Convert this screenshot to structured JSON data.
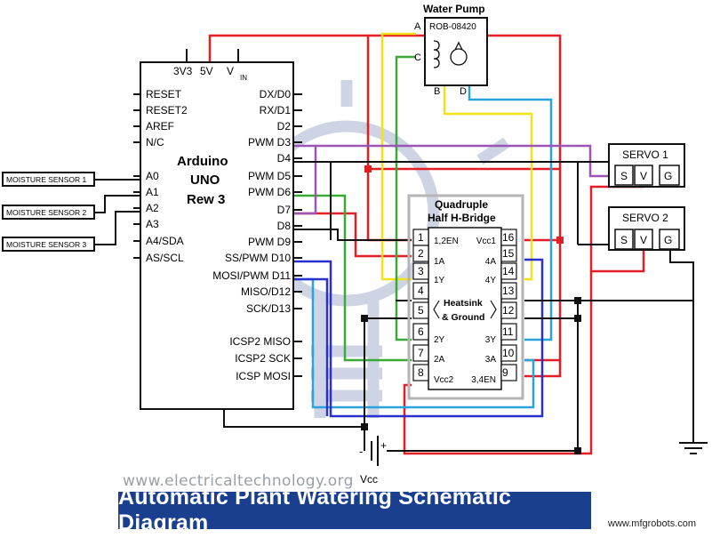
{
  "pump": {
    "title": "Water Pump",
    "part": "ROB-08420",
    "pin_a": "A",
    "pin_b": "B",
    "pin_c": "C",
    "pin_d": "D"
  },
  "arduino": {
    "name_1": "Arduino",
    "name_2": "UNO",
    "name_3": "Rew 3",
    "top_pins": [
      "3V3",
      "5V",
      "V"
    ],
    "vin_sub": "IN",
    "left_pins": [
      "RESET",
      "RESET2",
      "AREF",
      "N/C",
      "A0",
      "A1",
      "A2",
      "A3",
      "A4/SDA",
      "AS/SCL"
    ],
    "right_pins": [
      "DX/D0",
      "RX/D1",
      "D2",
      "PWM D3",
      "D4",
      "PWM D5",
      "PWM D6",
      "D7",
      "D8",
      "PWM D9",
      "SS/PWM D10",
      "MOSI/PWM D11",
      "MISO/D12",
      "SCK/D13",
      "ICSP2 MISO",
      "ICSP2 SCK",
      "ICSP MOSI"
    ]
  },
  "sensors": [
    "MOISTURE SENSOR 1",
    "MOISTURE SENSOR 2",
    "MOISTURE SENSOR 3"
  ],
  "bridge": {
    "title_1": "Quadruple",
    "title_2": "Half H-Bridge",
    "left_nums": [
      "1",
      "2",
      "3",
      "4",
      "5",
      "6",
      "7",
      "8"
    ],
    "right_nums": [
      "16",
      "15",
      "14",
      "13",
      "12",
      "11",
      "10",
      "9"
    ],
    "left_labels": [
      "1,2EN",
      "1A",
      "1Y",
      "2Y",
      "2A",
      "Vcc2"
    ],
    "right_labels": [
      "Vcc1",
      "4A",
      "4Y",
      "3Y",
      "3A",
      "3,4EN"
    ],
    "heatsink_1": "Heatsink",
    "heatsink_2": "& Ground"
  },
  "servo1": {
    "title": "SERVO 1",
    "pins": [
      "S",
      "V",
      "G"
    ]
  },
  "servo2": {
    "title": "SERVO 2",
    "pins": [
      "S",
      "V",
      "G"
    ]
  },
  "battery": {
    "minus": "-",
    "plus": "+",
    "label": "Vcc"
  },
  "website": "www.electricaltechnology.org",
  "banner": "Automatic Plant Watering Schematic Diagram",
  "credit": "www.mfgrobots.com",
  "colors": {
    "red": "#e31e24",
    "yellow": "#f3e11a",
    "cyan": "#2aa3dc",
    "green": "#3aa935",
    "purple": "#9a55b5",
    "blue": "#2a2fd0",
    "black": "#111111",
    "banner": "#1b3f8f",
    "watermark": "#c6cde0"
  }
}
